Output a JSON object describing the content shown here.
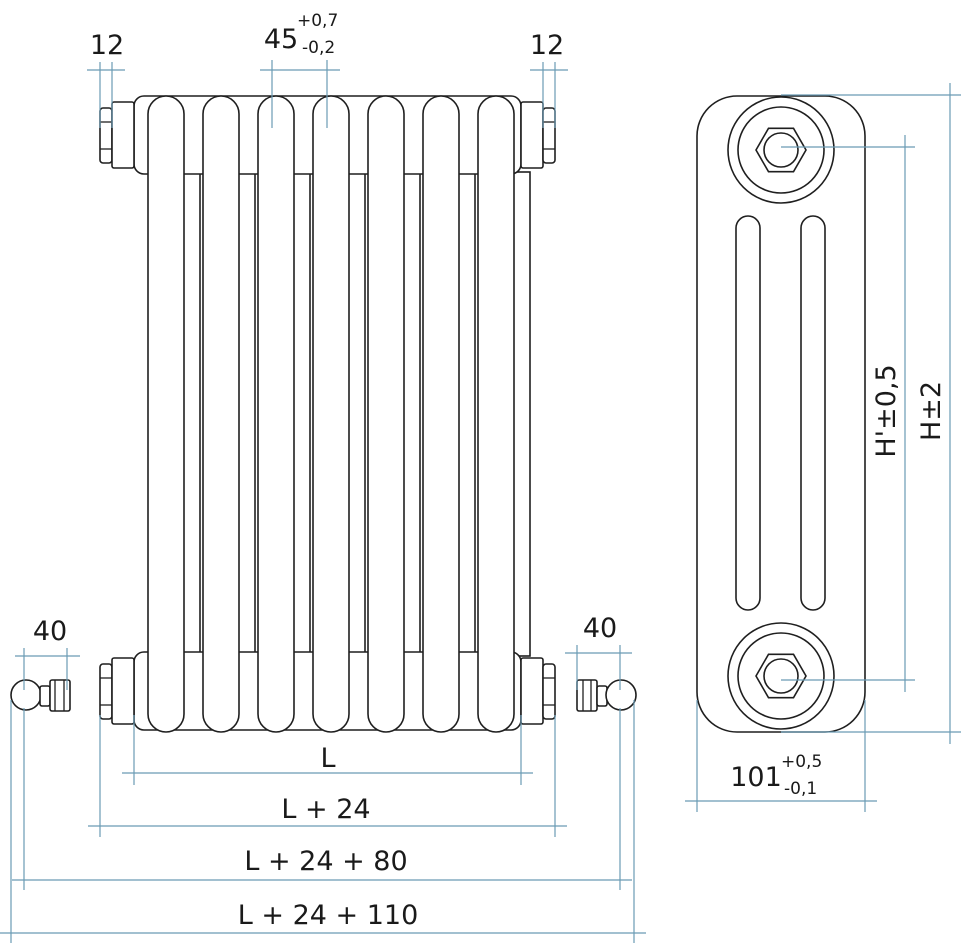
{
  "labels": {
    "top_left_12": "12",
    "top_center_45": "45",
    "top_center_45_upper": "+0,7",
    "top_center_45_lower": "-0,2",
    "top_right_12": "12",
    "left_40": "40",
    "right_40": "40",
    "dim_L": "L",
    "dim_L24": "L + 24",
    "dim_L24_80": "L + 24 + 80",
    "dim_L24_110": "L + 24 + 110",
    "dim_101": "101",
    "dim_101_upper": "+0,5",
    "dim_101_lower": "-0,1",
    "dim_H_prime": "H'±0,5",
    "dim_H": "H±2"
  },
  "colors": {
    "outline": "#1f1f1f",
    "dimension": "#6a9bb4"
  },
  "radiator": {
    "columns_in_front_view": 7,
    "tubes_in_side_view": 2
  }
}
